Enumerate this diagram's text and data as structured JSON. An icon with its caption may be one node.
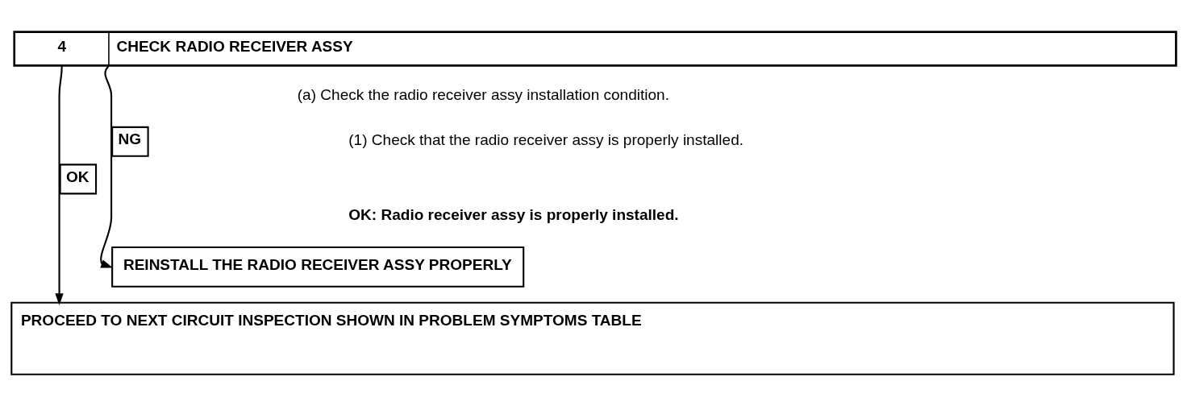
{
  "diagram": {
    "nodes": [
      {
        "text": [
          "4",
          "CHECK RADIO RECEIVER ASSY"
        ]
      },
      {
        "text": [
          "REINSTALL THE RADIO RECEIVER ASSY PROPERLY"
        ]
      },
      {
        "text": [
          "PROCEED TO NEXT CIRCUIT INSPECTION SHOWN IN PROBLEM SYMPTOMS TABLE"
        ]
      }
    ],
    "edges": [
      {
        "from": 0,
        "to": 1,
        "arrow": "to",
        "label": "NG"
      },
      {
        "from": 0,
        "to": 2,
        "arrow": "to",
        "label": "OK"
      }
    ],
    "labels": [
      "(a) Check the radio receiver assy installation condition.",
      "(1) Check that the radio receiver assy is properly installed.",
      "OK: Radio receiver assy is properly installed."
    ]
  }
}
